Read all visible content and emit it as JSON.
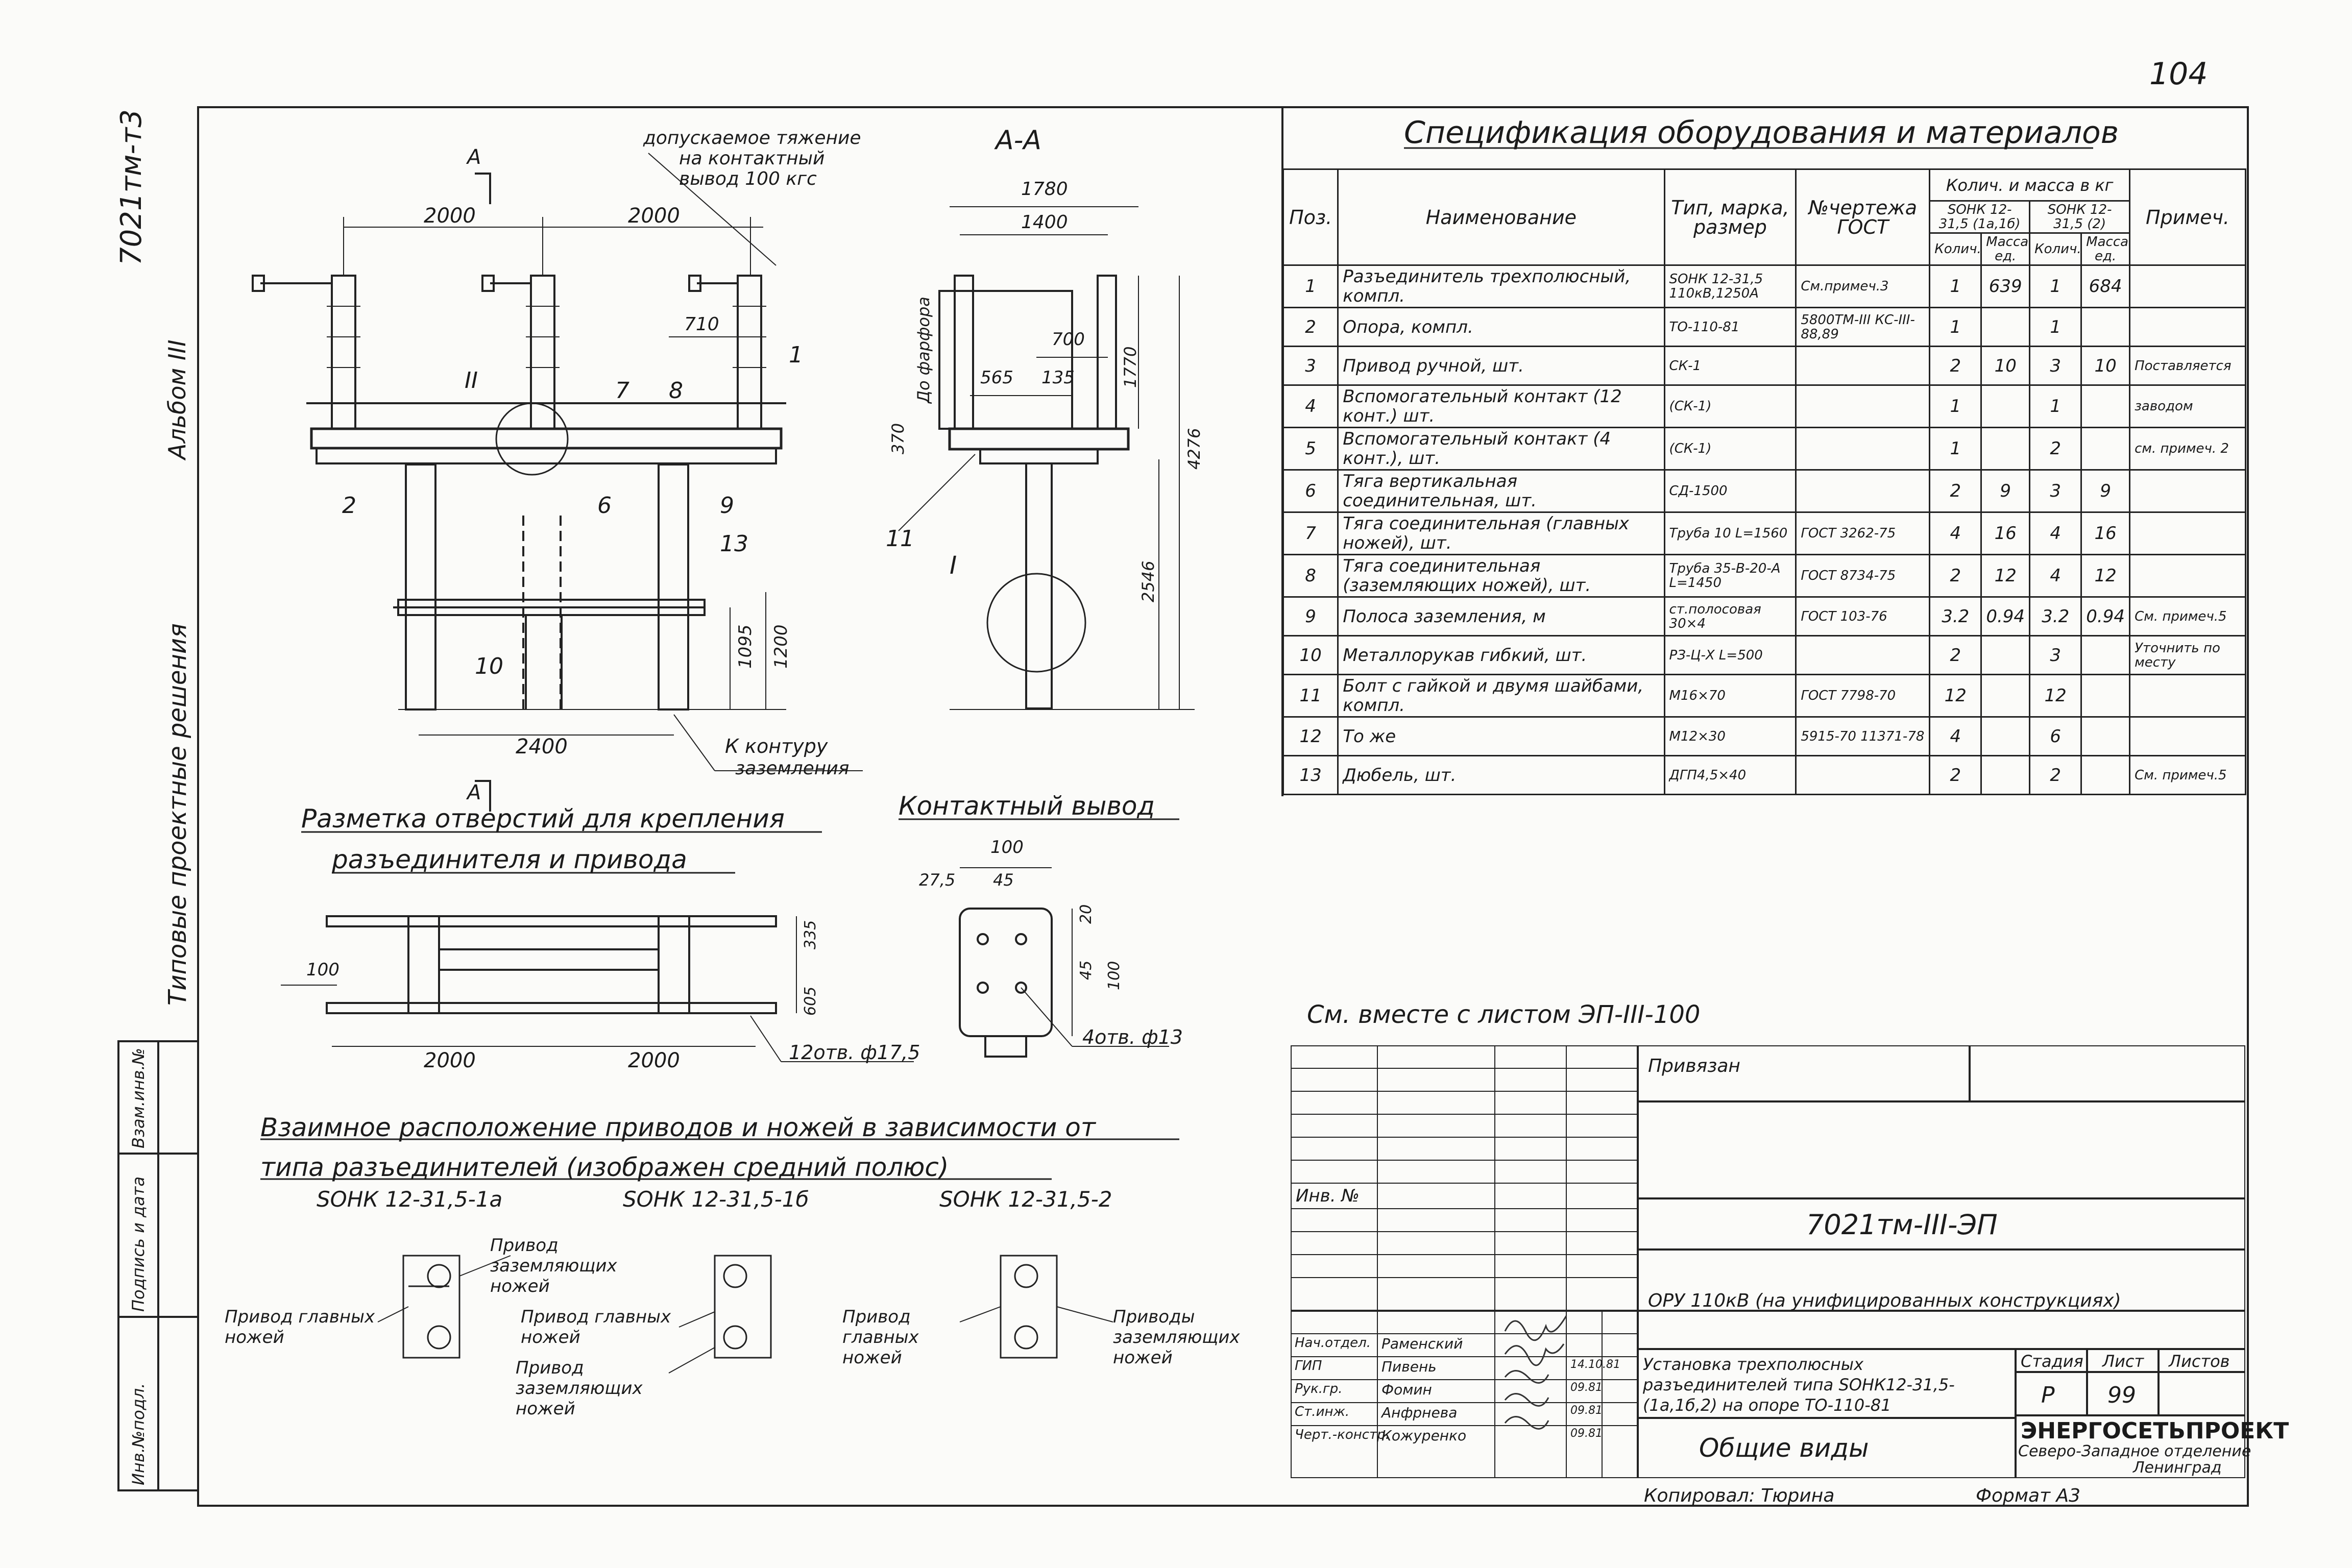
{
  "sheet_no_corner": "104",
  "margin": {
    "album_code": "7021тм-т3",
    "album_label": "Альбом III",
    "series_label": "Типовые проектные решения",
    "stamp_cells": [
      "Взам.инв.№",
      "Подпись и дата",
      "Инв.№подл."
    ]
  },
  "main_view": {
    "dims_top": [
      "2000",
      "2000"
    ],
    "dim_710": "710",
    "section_marker": "А",
    "section_marker_bottom": "А",
    "callout_numbers": [
      "1",
      "2",
      "6",
      "7",
      "8",
      "9",
      "10",
      "13"
    ],
    "node_label": "II",
    "dims_right": [
      "1095",
      "1200"
    ],
    "dim_bottom": "2400",
    "tension_note": [
      "допускаемое тяжение",
      "на контактный",
      "вывод 100 кгс"
    ],
    "ground_note": [
      "К контуру",
      "заземления"
    ]
  },
  "section_view": {
    "title": "А-А",
    "dims_top": [
      "1780",
      "1400"
    ],
    "dims_mid": [
      "700",
      "565",
      "135"
    ],
    "dim_vertical_left": "370",
    "porcelain_note": "До фарфора",
    "dims_right": [
      "1770",
      "4276",
      "2546"
    ],
    "callout": "11",
    "node_label": "I"
  },
  "holes_layout": {
    "title_line1": "Разметка отверстий для крепления",
    "title_line2": "разъединителя и привода",
    "dims_bottom": [
      "2000",
      "2000"
    ],
    "dim_left": "100",
    "dims_right": [
      "335",
      "605"
    ],
    "holes_note": "12отв. ф17,5"
  },
  "contact_terminal": {
    "title": "Контактный вывод",
    "dims_top": [
      "100",
      "27,5",
      "45"
    ],
    "dims_right": [
      "20",
      "45",
      "100"
    ],
    "holes_note": "4отв. ф13"
  },
  "arrangement": {
    "title_line1": "Взаимное расположение приводов и ножей в зависимости от",
    "title_line2": "типа разъединителей (изображен средний полюс)",
    "types": [
      "SОНК 12-31,5-1а",
      "SОНК 12-31,5-1б",
      "SОНК 12-31,5-2"
    ],
    "labels": [
      "Привод главных ножей",
      "Привод заземляющих ножей",
      "Привод главных ножей",
      "Привод заземляющих ножей",
      "Привод главных ножей",
      "Приводы заземляющих ножей"
    ]
  },
  "see_with": "См. вместе с листом ЭП-III-100",
  "spec": {
    "title": "Спецификация оборудования и материалов",
    "headers": {
      "pos": "Поз.",
      "name": "Наименование",
      "type": "Тип, марка, размер",
      "drawing": "№чертежа ГОСТ",
      "qty_mass": "Колич. и масса в кг",
      "variant1": "SОНК 12-31,5 (1а,1б)",
      "variant2": "SОНК 12-31,5 (2)",
      "qty": "Колич.",
      "mass": "Масса ед.",
      "note": "Примеч."
    },
    "rows": [
      {
        "pos": "1",
        "name": "Разъединитель трехполюсный, компл.",
        "type": "SОНК 12-31,5 110кВ,1250А",
        "drawing": "См.примеч.3",
        "q1": "1",
        "m1": "639",
        "q2": "1",
        "m2": "684",
        "note": ""
      },
      {
        "pos": "2",
        "name": "Опора, компл.",
        "type": "ТО-110-81",
        "drawing": "5800ТМ-III КС-III-88,89",
        "q1": "1",
        "m1": "",
        "q2": "1",
        "m2": "",
        "note": ""
      },
      {
        "pos": "3",
        "name": "Привод ручной, шт.",
        "type": "СК-1",
        "drawing": "",
        "q1": "2",
        "m1": "10",
        "q2": "3",
        "m2": "10",
        "note": "Поставляется"
      },
      {
        "pos": "4",
        "name": "Вспомогательный контакт (12 конт.) шт.",
        "type": "(СК-1)",
        "drawing": "",
        "q1": "1",
        "m1": "",
        "q2": "1",
        "m2": "",
        "note": "заводом"
      },
      {
        "pos": "5",
        "name": "Вспомогательный контакт (4 конт.), шт.",
        "type": "(СК-1)",
        "drawing": "",
        "q1": "1",
        "m1": "",
        "q2": "2",
        "m2": "",
        "note": "см. примеч. 2"
      },
      {
        "pos": "6",
        "name": "Тяга вертикальная соединительная, шт.",
        "type": "СД-1500",
        "drawing": "",
        "q1": "2",
        "m1": "9",
        "q2": "3",
        "m2": "9",
        "note": ""
      },
      {
        "pos": "7",
        "name": "Тяга соединительная (главных ножей), шт.",
        "type": "Труба 10 L=1560",
        "drawing": "ГОСТ 3262-75",
        "q1": "4",
        "m1": "16",
        "q2": "4",
        "m2": "16",
        "note": ""
      },
      {
        "pos": "8",
        "name": "Тяга соединительная (заземляющих ножей), шт.",
        "type": "Труба 35-В-20-А L=1450",
        "drawing": "ГОСТ 8734-75",
        "q1": "2",
        "m1": "12",
        "q2": "4",
        "m2": "12",
        "note": ""
      },
      {
        "pos": "9",
        "name": "Полоса заземления, м",
        "type": "ст.полосовая 30×4",
        "drawing": "ГОСТ 103-76",
        "q1": "3.2",
        "m1": "0.94",
        "q2": "3.2",
        "m2": "0.94",
        "note": "См. примеч.5"
      },
      {
        "pos": "10",
        "name": "Металлорукав гибкий, шт.",
        "type": "РЗ-Ц-Х L=500",
        "drawing": "",
        "q1": "2",
        "m1": "",
        "q2": "3",
        "m2": "",
        "note": "Уточнить по месту"
      },
      {
        "pos": "11",
        "name": "Болт с гайкой и двумя шайбами, компл.",
        "type": "М16×70",
        "drawing": "ГОСТ 7798-70",
        "q1": "12",
        "m1": "",
        "q2": "12",
        "m2": "",
        "note": ""
      },
      {
        "pos": "12",
        "name": "То же",
        "type": "М12×30",
        "drawing": "5915-70 11371-78",
        "q1": "4",
        "m1": "",
        "q2": "6",
        "m2": "",
        "note": ""
      },
      {
        "pos": "13",
        "name": "Дюбель, шт.",
        "type": "ДГП4,5×40",
        "drawing": "",
        "q1": "2",
        "m1": "",
        "q2": "2",
        "m2": "",
        "note": "См. примеч.5"
      }
    ]
  },
  "title_block": {
    "privyazan": "Привязан",
    "inv_no": "Инв. №",
    "doc_code": "7021тм-III-ЭП",
    "project": "ОРУ 110кВ (на унифицированных конструкциях)",
    "description": "Установка трехполюсных разъединителей типа SОНК12-31,5-(1а,1б,2) на опоре ТО-110-81",
    "view_name": "Общие виды",
    "stage_label": "Стадия",
    "sheet_label": "Лист",
    "sheets_label": "Листов",
    "stage": "Р",
    "sheet": "99",
    "organization": "ЭНЕРГОСЕТЬПРОЕКТ",
    "branch": "Северо-Западное отделение",
    "city": "Ленинград",
    "staff": [
      {
        "role": "Нач.отдел.",
        "name": "Раменский",
        "date": ""
      },
      {
        "role": "ГИП",
        "name": "Пивень",
        "date": "14.10.81"
      },
      {
        "role": "Рук.гр.",
        "name": "Фомин",
        "date": "09.81"
      },
      {
        "role": "Ст.инж.",
        "name": "Анфрнева",
        "date": "09.81"
      },
      {
        "role": "Черт.-констр.",
        "name": "Кожуренко",
        "date": "09.81"
      }
    ],
    "copied_by": "Копировал: Тюрина",
    "format": "Формат А3"
  }
}
